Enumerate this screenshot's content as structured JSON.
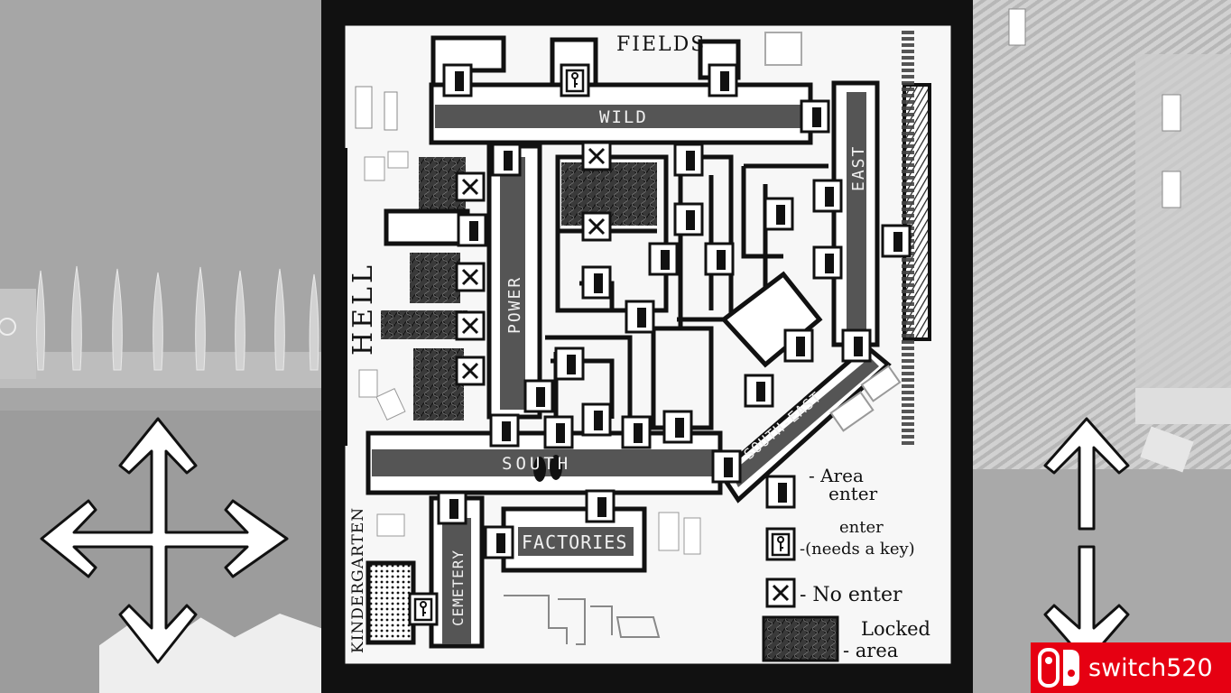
{
  "map": {
    "districts": {
      "fields": "FIELDS",
      "wild": "WILD",
      "east": "EAST",
      "power": "POWER",
      "hell": "HELL",
      "south_east": "SOUTH-EAST",
      "south": "SOUTH",
      "kindergarten": "KINDERGARTEN",
      "cemetery": "CEMETERY",
      "factories": "FACTORIES"
    },
    "legend": {
      "area_enter_1": "- Area",
      "area_enter_2": "enter",
      "key_enter_1": "enter",
      "key_enter_2": "-(needs a key)",
      "no_enter": "- No enter",
      "locked_1": "Locked",
      "locked_2": "- area"
    }
  },
  "controls": {
    "dpad": "four-way-arrows-icon",
    "vertical": "up-down-arrows-icon"
  },
  "watermark": {
    "text": "switch520"
  },
  "colors": {
    "map_bg": "#f7f7f7",
    "road": "#555555",
    "frame": "#111111",
    "watermark": "#e60012"
  }
}
